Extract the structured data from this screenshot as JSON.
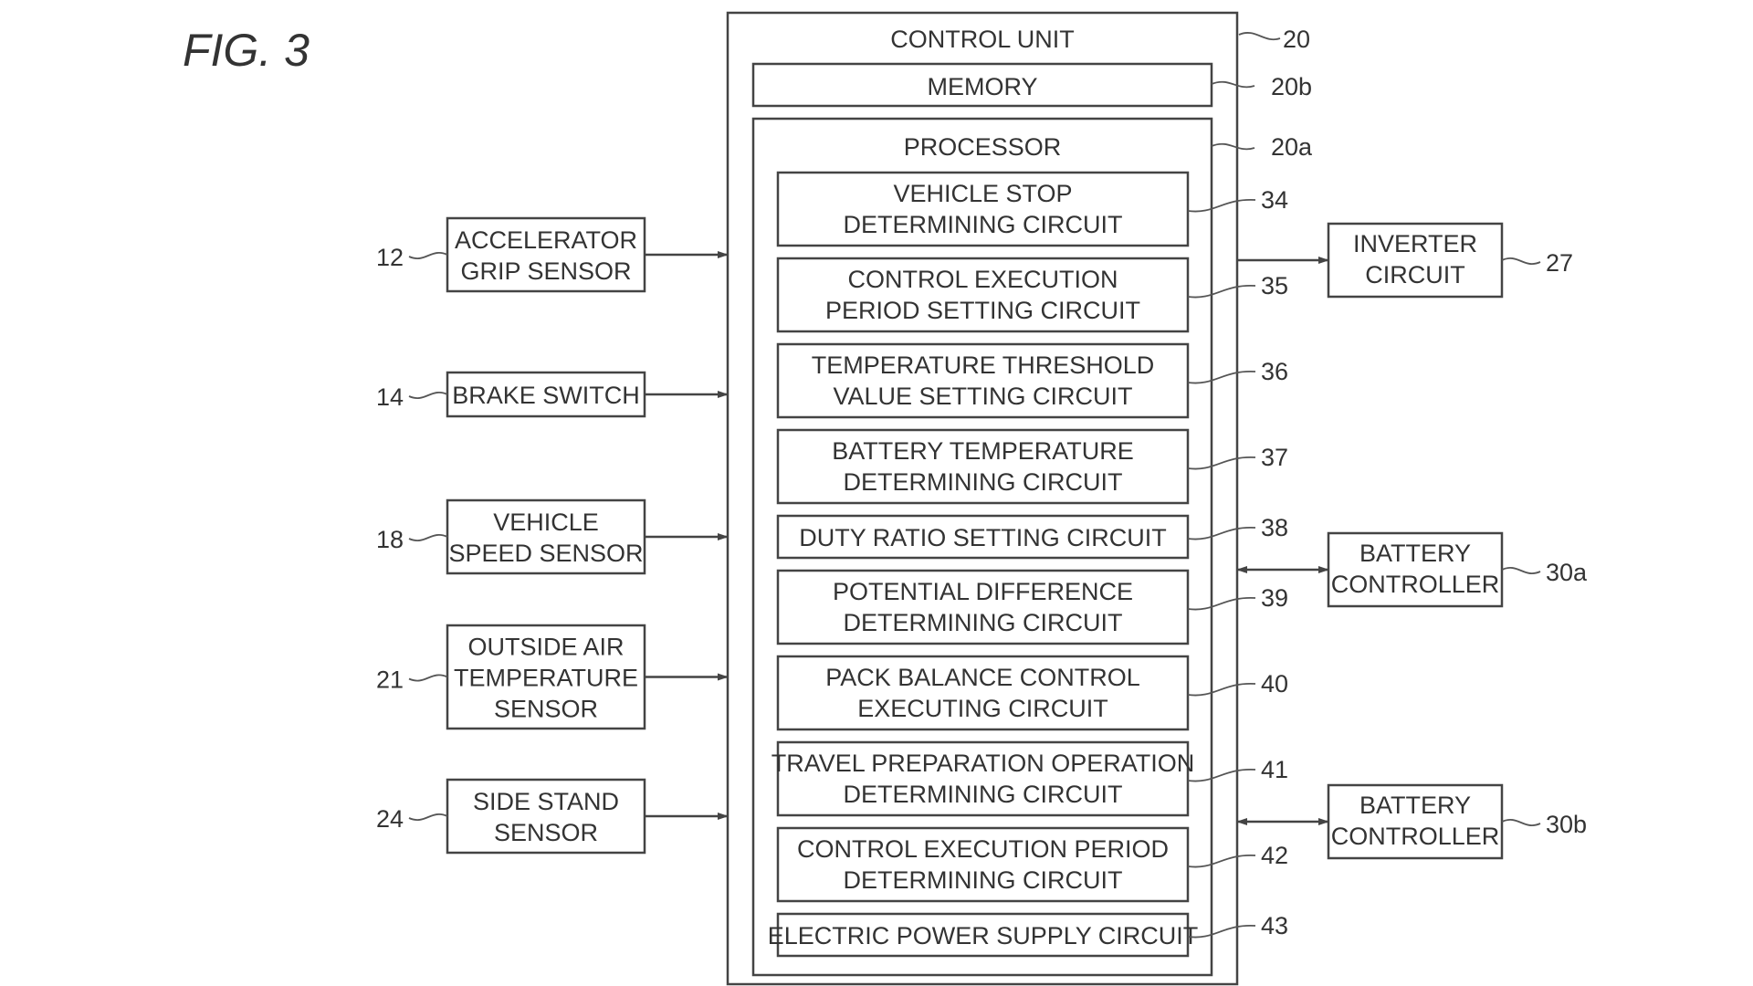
{
  "figure_label": "FIG. 3",
  "control_unit": {
    "label": "CONTROL UNIT",
    "ref": "20"
  },
  "memory": {
    "label": "MEMORY",
    "ref": "20b"
  },
  "processor": {
    "label": "PROCESSOR",
    "ref": "20a"
  },
  "circuits": [
    {
      "line1": "VEHICLE STOP",
      "line2": "DETERMINING CIRCUIT",
      "ref": "34"
    },
    {
      "line1": "CONTROL EXECUTION",
      "line2": "PERIOD SETTING CIRCUIT",
      "ref": "35"
    },
    {
      "line1": "TEMPERATURE THRESHOLD",
      "line2": "VALUE SETTING CIRCUIT",
      "ref": "36"
    },
    {
      "line1": "BATTERY TEMPERATURE",
      "line2": "DETERMINING CIRCUIT",
      "ref": "37"
    },
    {
      "line1": "DUTY RATIO SETTING CIRCUIT",
      "line2": "",
      "ref": "38"
    },
    {
      "line1": "POTENTIAL DIFFERENCE",
      "line2": "DETERMINING CIRCUIT",
      "ref": "39"
    },
    {
      "line1": "PACK BALANCE CONTROL",
      "line2": "EXECUTING CIRCUIT",
      "ref": "40"
    },
    {
      "line1": "TRAVEL PREPARATION OPERATION",
      "line2": "DETERMINING CIRCUIT",
      "ref": "41"
    },
    {
      "line1": "CONTROL EXECUTION PERIOD",
      "line2": "DETERMINING CIRCUIT",
      "ref": "42"
    },
    {
      "line1": "ELECTRIC POWER SUPPLY CIRCUIT",
      "line2": "",
      "ref": "43"
    }
  ],
  "inputs": [
    {
      "lines": [
        "ACCELERATOR",
        "GRIP SENSOR"
      ],
      "ref": "12"
    },
    {
      "lines": [
        "BRAKE SWITCH"
      ],
      "ref": "14"
    },
    {
      "lines": [
        "VEHICLE",
        "SPEED SENSOR"
      ],
      "ref": "18"
    },
    {
      "lines": [
        "OUTSIDE AIR",
        "TEMPERATURE",
        "SENSOR"
      ],
      "ref": "21"
    },
    {
      "lines": [
        "SIDE STAND",
        "SENSOR"
      ],
      "ref": "24"
    }
  ],
  "outputs": [
    {
      "lines": [
        "INVERTER",
        "CIRCUIT"
      ],
      "ref": "27",
      "direction": "out"
    },
    {
      "lines": [
        "BATTERY",
        "CONTROLLER"
      ],
      "ref": "30a",
      "direction": "both"
    },
    {
      "lines": [
        "BATTERY",
        "CONTROLLER"
      ],
      "ref": "30b",
      "direction": "both"
    }
  ]
}
